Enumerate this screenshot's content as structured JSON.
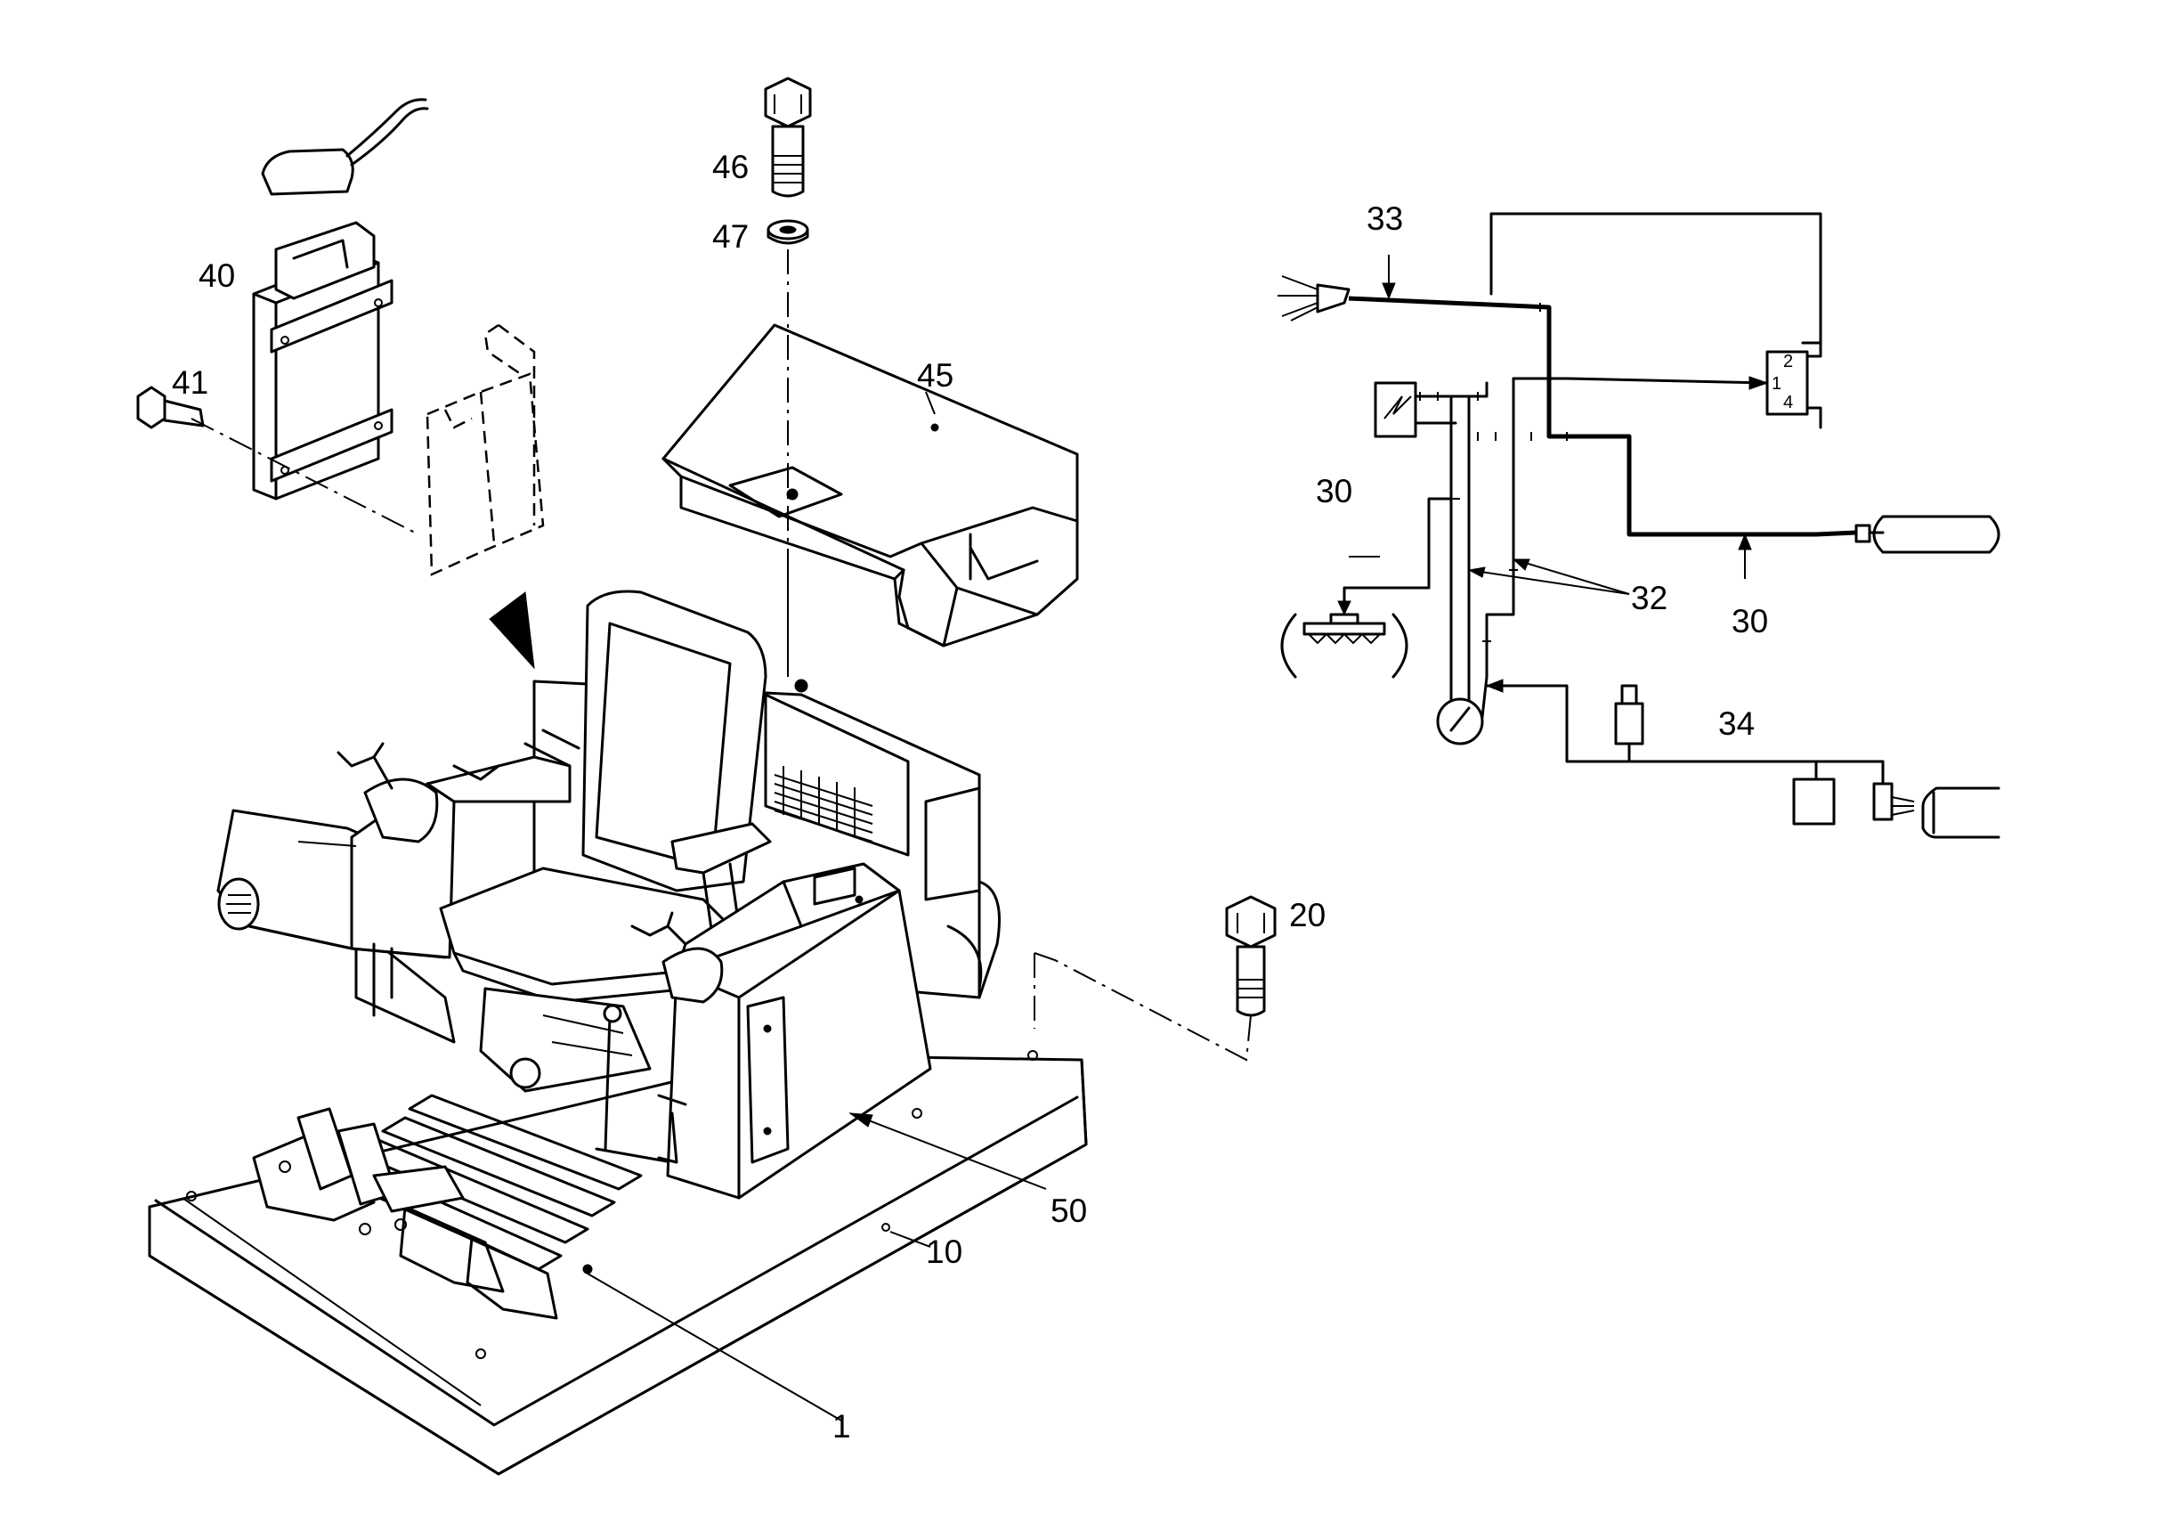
{
  "callouts": {
    "n1": "1",
    "n10": "10",
    "n20": "20",
    "n30a": "30",
    "n30b": "30",
    "n32": "32",
    "n33": "33",
    "n34": "34",
    "n40": "40",
    "n41": "41",
    "n45": "45",
    "n46": "46",
    "n47": "47",
    "n50": "50"
  },
  "valve_ports": {
    "p2": "2",
    "p1": "1",
    "p4": "4"
  }
}
